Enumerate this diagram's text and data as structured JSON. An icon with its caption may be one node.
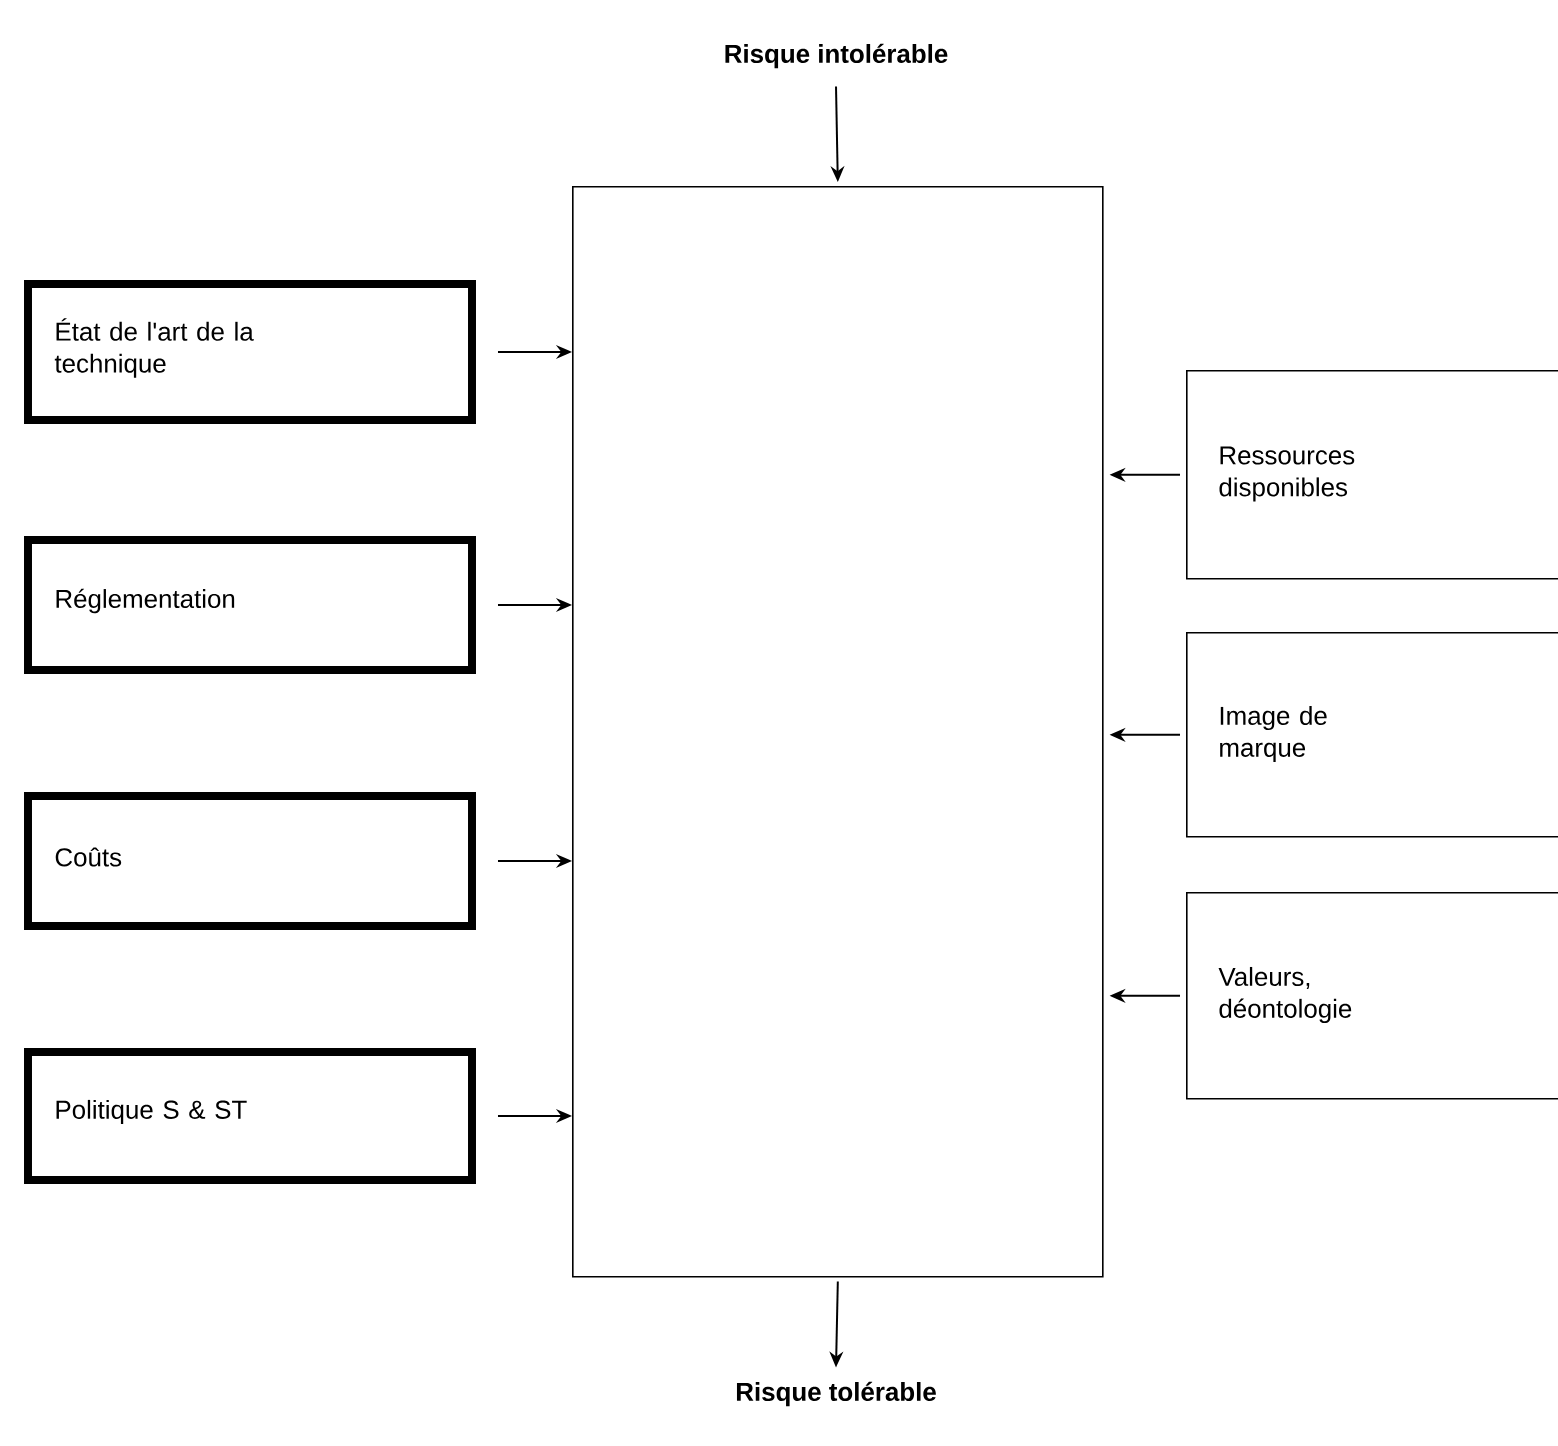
{
  "diagram": {
    "nodes": [
      {
        "text": [
          "Risque intolérable"
        ]
      },
      {
        "text": [],
        "shape": "box"
      },
      {
        "text": [
          "État de l'art de la technique"
        ]
      },
      {
        "text": [
          "Réglementation"
        ]
      },
      {
        "text": [
          "Coûts"
        ]
      },
      {
        "text": [
          "Politique S & ST"
        ]
      },
      {
        "text": [
          "Ressources disponibles"
        ]
      },
      {
        "text": [
          "Image de marque"
        ]
      },
      {
        "text": [
          "Valeurs, déontologie"
        ]
      },
      {
        "text": [
          "Risque tolérable"
        ]
      }
    ],
    "edges": [
      {
        "from": 0,
        "to": 1,
        "arrow": "to"
      },
      {
        "from": 2,
        "to": 1,
        "arrow": "to"
      },
      {
        "from": 3,
        "to": 1,
        "arrow": "to"
      },
      {
        "from": 4,
        "to": 1,
        "arrow": "to"
      },
      {
        "from": 5,
        "to": 1,
        "arrow": "to"
      },
      {
        "from": 6,
        "to": 1,
        "arrow": "to"
      },
      {
        "from": 7,
        "to": 1,
        "arrow": "to"
      },
      {
        "from": 8,
        "to": 1,
        "arrow": "to"
      },
      {
        "from": 1,
        "to": 9,
        "arrow": "to"
      }
    ]
  }
}
